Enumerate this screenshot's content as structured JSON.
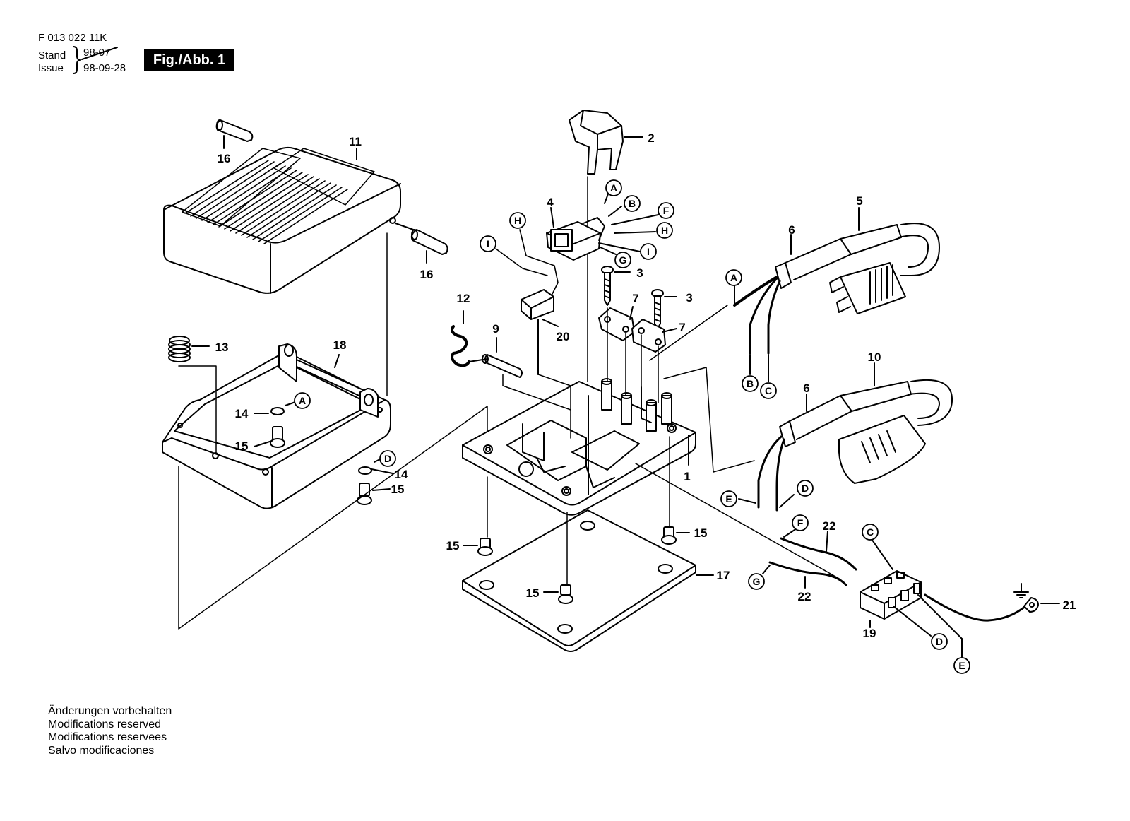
{
  "header": {
    "doc_number": "F 013 022 11K",
    "stand_label": "Stand",
    "issue_label": "Issue",
    "stand_date_struck": "98-07",
    "issue_date": "98-09-28",
    "figure_label": "Fig./Abb. 1"
  },
  "notes": [
    "Änderungen vorbehalten",
    "Modifications reserved",
    "Modifications reservees",
    "Salvo modificaciones"
  ],
  "part_numbers": {
    "p1": "1",
    "p2": "2",
    "p3a": "3",
    "p3b": "3",
    "p4": "4",
    "p5": "5",
    "p6a": "6",
    "p6b": "6",
    "p7a": "7",
    "p7b": "7",
    "p9": "9",
    "p10": "10",
    "p11": "11",
    "p12": "12",
    "p13": "13",
    "p14a": "14",
    "p14b": "14",
    "p15a": "15",
    "p15b": "15",
    "p15c": "15",
    "p15d": "15",
    "p15e": "15",
    "p16a": "16",
    "p16b": "16",
    "p17": "17",
    "p18": "18",
    "p19": "19",
    "p20": "20",
    "p21": "21",
    "p22a": "22",
    "p22b": "22"
  },
  "connection_markers": {
    "a1": "A",
    "a2": "A",
    "a3": "A",
    "b1": "B",
    "b2": "B",
    "c1": "C",
    "c2": "C",
    "d1": "D",
    "d2": "D",
    "d3": "D",
    "e1": "E",
    "e2": "E",
    "f1": "F",
    "f2": "F",
    "g1": "G",
    "g2": "G",
    "h1": "H",
    "h2": "H",
    "i1": "I",
    "i2": "I"
  },
  "colors": {
    "ink": "#000000",
    "paper": "#ffffff",
    "badge": "#000000"
  },
  "icons": [
    "ground-symbol-icon"
  ]
}
